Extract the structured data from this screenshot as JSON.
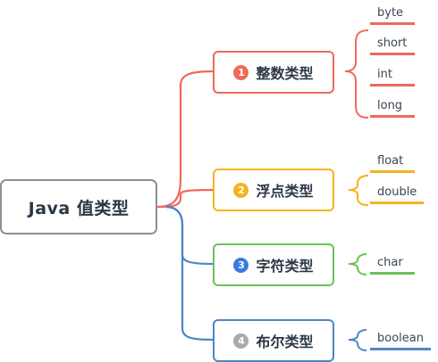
{
  "root": {
    "label": "Java 值类型"
  },
  "categories": [
    {
      "badge": "1",
      "label": "整数类型",
      "color": "#ee6a5b"
    },
    {
      "badge": "2",
      "label": "浮点类型",
      "color": "#f5b31c"
    },
    {
      "badge": "3",
      "label": "字符类型",
      "color": "#6cc05a"
    },
    {
      "badge": "4",
      "label": "布尔类型",
      "color": "#aaaaaa"
    }
  ],
  "leaves": {
    "integer": [
      "byte",
      "short",
      "int",
      "long"
    ],
    "float": [
      "float",
      "double"
    ],
    "char": [
      "char"
    ],
    "boolean": [
      "boolean"
    ]
  },
  "colors": {
    "connector_top": "#ee6a5b",
    "connector_bottom": "#4e86c6",
    "root_border": "#8a9099",
    "boolean_border": "#4e86c6"
  }
}
